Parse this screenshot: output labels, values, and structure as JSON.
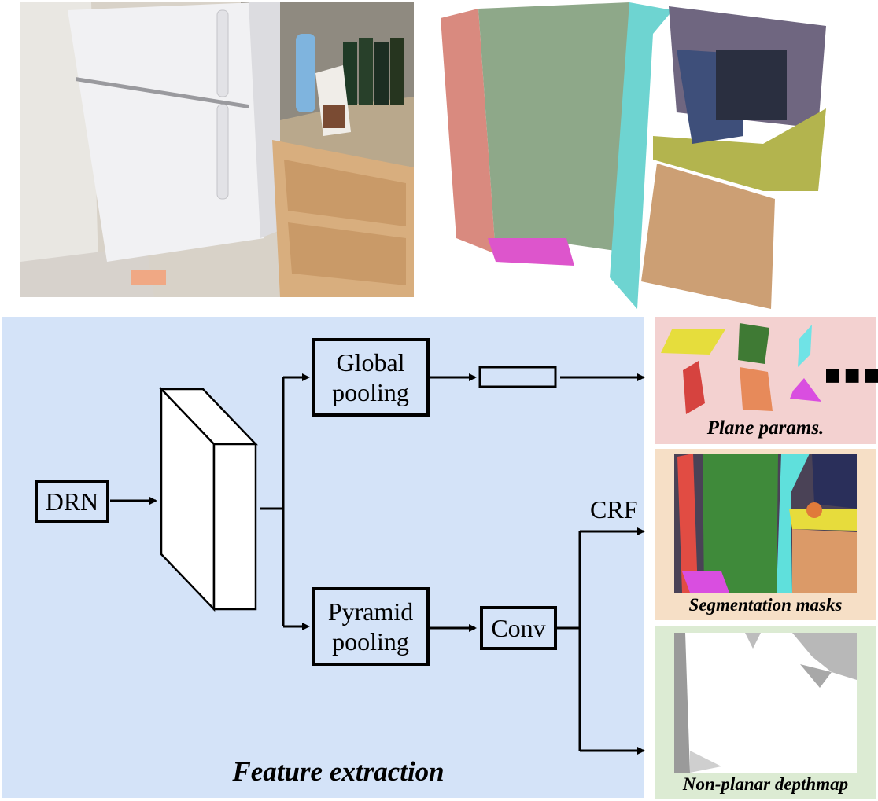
{
  "diagram": {
    "input_block": "DRN",
    "global_block": {
      "line1": "Global",
      "line2": "pooling"
    },
    "pyramid_block": {
      "line1": "Pyramid",
      "line2": "pooling"
    },
    "conv_block": "Conv",
    "crf_label": "CRF",
    "feature_caption": "Feature extraction"
  },
  "outputs": {
    "plane_params": "Plane params.",
    "segmentation": "Segmentation masks",
    "depthmap": "Non-planar depthmap",
    "ellipsis": "■■■"
  },
  "colors": {
    "feature_panel": "#d4e3f8",
    "plane_panel": "#f3d1d0",
    "seg_panel": "#f6dfc6",
    "depth_panel": "#dcebd3",
    "plane_yellow": "#e6dd3c",
    "plane_green": "#3f7a34",
    "plane_cyan": "#6fe3e6",
    "plane_red": "#d6433f",
    "plane_orange": "#e78a5a",
    "plane_magenta": "#d94ee0"
  }
}
